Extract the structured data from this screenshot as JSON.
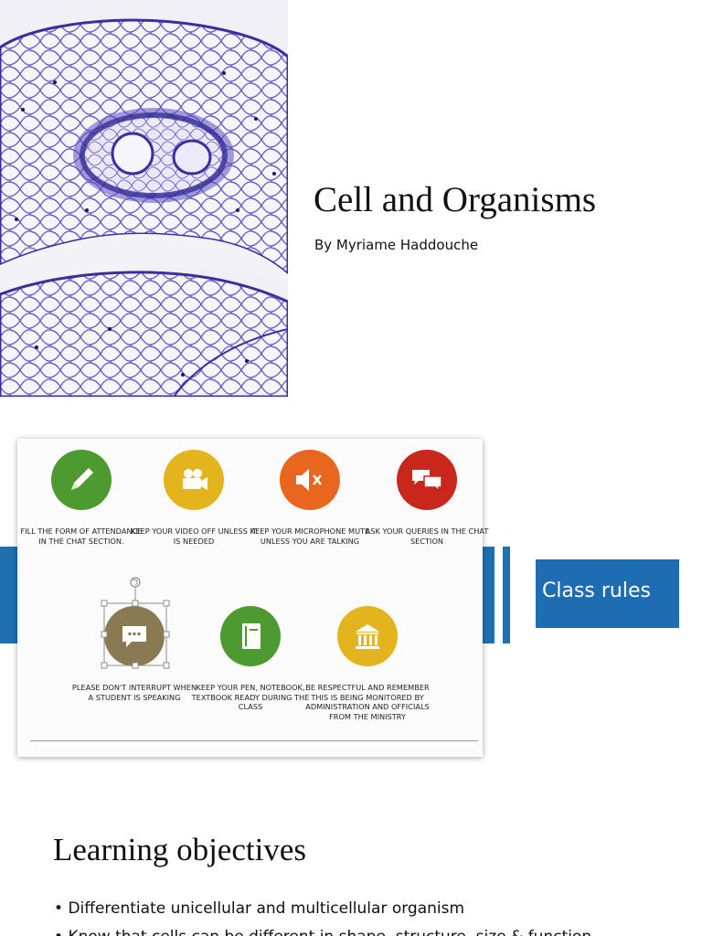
{
  "slide1": {
    "title": "Cell and Organisms",
    "subtitle": "By Myriame Haddouche"
  },
  "slide2": {
    "title": "Class rules",
    "rules": [
      {
        "text": "Fill the form of attendance in the chat section.",
        "color": "#4d9a2e",
        "icon": "pencil-icon"
      },
      {
        "text": "Keep your video off unless it is needed",
        "color": "#e3b41d",
        "icon": "video-camera-icon"
      },
      {
        "text": "Keep your microphone mute unless you are talking",
        "color": "#e8661d",
        "icon": "speaker-mute-icon"
      },
      {
        "text": "Ask your queries in the chat section",
        "color": "#c9271c",
        "icon": "chat-bubbles-icon"
      },
      {
        "text": "Please don't interrupt when a student is speaking",
        "color": "#8a7a52",
        "icon": "speech-bubble-icon"
      },
      {
        "text": "Keep your pen, notebook, textbook ready during the class",
        "color": "#4d9a2e",
        "icon": "notebook-icon"
      },
      {
        "text": "Be respectful and remember this is being monitored by administration and officials from the ministry",
        "color": "#e3b41d",
        "icon": "building-icon"
      }
    ]
  },
  "slide3": {
    "title": "Learning objectives",
    "bullets": [
      "Differentiate unicellular and multicellular organism",
      "Know that cells can be different in shape, structure, size & function"
    ]
  }
}
